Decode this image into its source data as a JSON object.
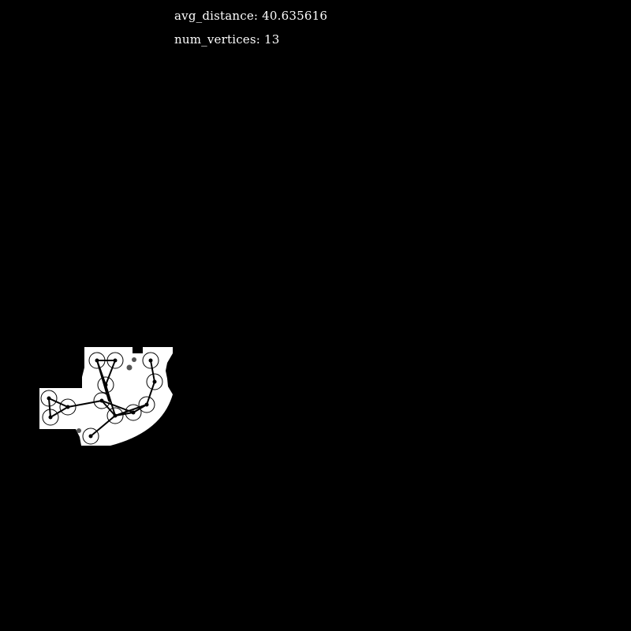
{
  "stats": {
    "avg_distance_label": "avg_distance:",
    "avg_distance_value": "40.635616",
    "num_vertices_label": "num_vertices:",
    "num_vertices_value": "13"
  },
  "colors": {
    "background": "#000000",
    "region": "#ffffff",
    "edge": "#000000",
    "vertex_ring": "#000000",
    "vertex_center": "#000000",
    "stray_point": "#555555",
    "text": "#ffffff"
  }
}
